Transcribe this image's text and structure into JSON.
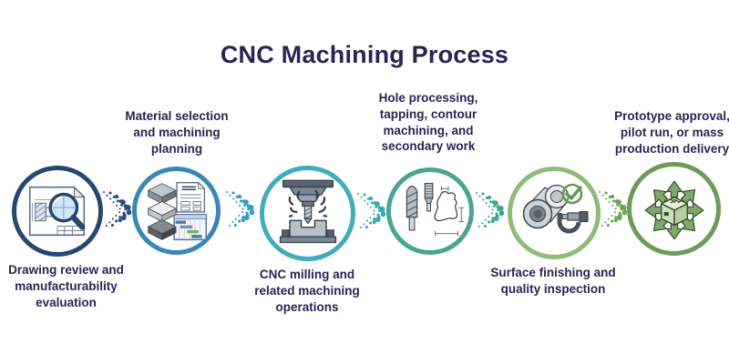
{
  "title": "CNC Machining Process",
  "colors": {
    "background": "#ffffff",
    "title_text": "#2b2350",
    "label_text": "#2b2350"
  },
  "steps": [
    {
      "label": "Drawing review and manufacturability evaluation",
      "label_position": "below",
      "icon": "drawing-review-magnifier-icon",
      "ring_color": "#24486e"
    },
    {
      "label": "Material selection and machining planning",
      "label_position": "above",
      "icon": "material-blocks-spec-gantt-icon",
      "ring_color": "#3a87b7"
    },
    {
      "label": "CNC milling and related machining operations",
      "label_position": "below",
      "icon": "cnc-milling-spindle-icon",
      "ring_color": "#41acba"
    },
    {
      "label": "Hole processing, tapping, contour machining, and secondary work",
      "label_position": "above",
      "icon": "drill-tap-contour-icon",
      "ring_color": "#4aa491"
    },
    {
      "label": "Surface finishing and quality inspection",
      "label_position": "below",
      "icon": "part-check-micrometer-icon",
      "ring_color": "#8fbc77"
    },
    {
      "label": "Prototype approval, pilot run, or mass production delivery",
      "label_position": "above",
      "icon": "delivery-box-arrows-icon",
      "ring_color": "#6d9c58"
    }
  ],
  "arrows": [
    {
      "color": "#2b4f7d"
    },
    {
      "color": "#2f9fc4"
    },
    {
      "color": "#38a9b0"
    },
    {
      "color": "#3fa88f"
    },
    {
      "color": "#63a653"
    }
  ]
}
